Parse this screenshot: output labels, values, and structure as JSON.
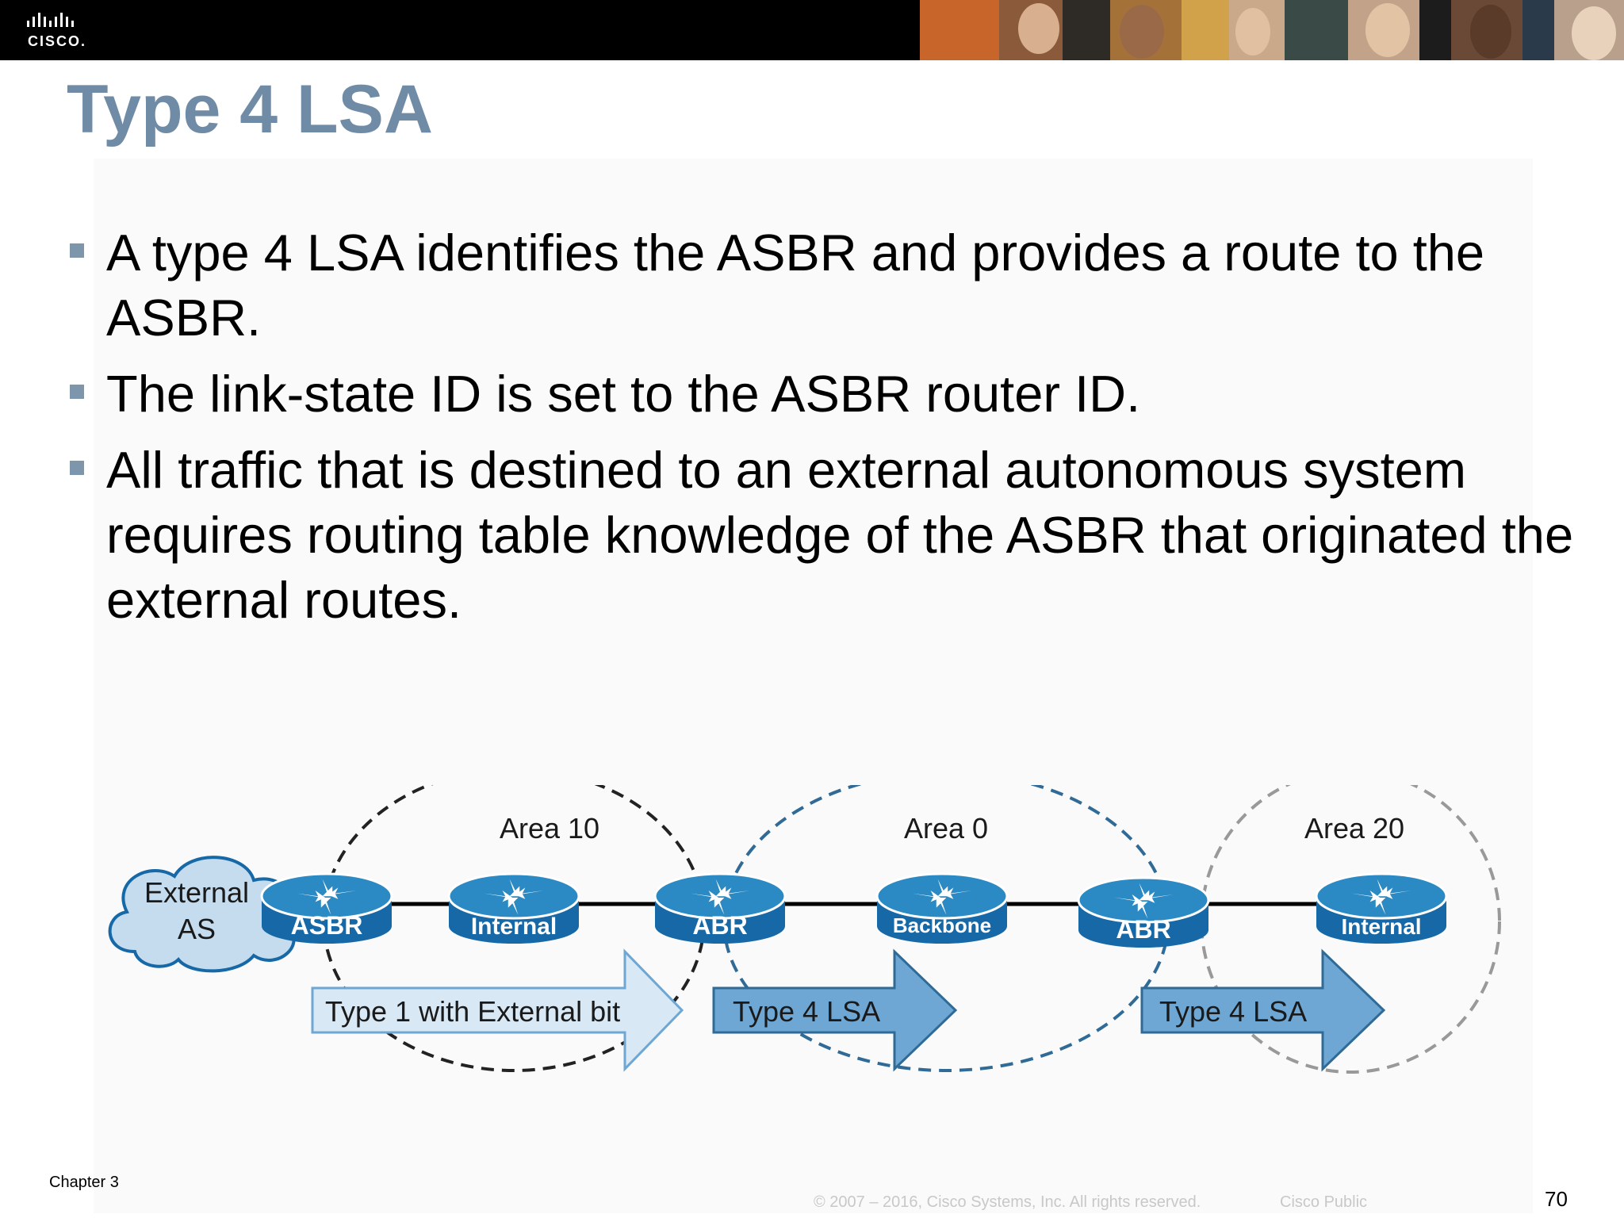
{
  "brand": {
    "logo_text": "CISCO."
  },
  "slide": {
    "title": "Type 4 LSA",
    "bullets": [
      "A type 4 LSA identifies the ASBR and provides a route to the ASBR.",
      "The link-state ID is set to the ASBR router ID.",
      "All traffic that is destined to an external autonomous system requires routing table knowledge of the ASBR that originated the external routes."
    ]
  },
  "diagram": {
    "external": {
      "line1": "External",
      "line2": "AS"
    },
    "areas": {
      "area10": "Area 10",
      "area0": "Area 0",
      "area20": "Area 20"
    },
    "routers": {
      "asbr": "ASBR",
      "internal1": "Internal",
      "abr1": "ABR",
      "backbone": "Backbone",
      "abr2": "ABR",
      "internal2": "Internal"
    },
    "arrows": {
      "type1": "Type 1 with External bit",
      "type4a": "Type 4 LSA",
      "type4b": "Type 4 LSA"
    },
    "colors": {
      "router_top": "#2b8ac4",
      "router_side": "#1668a6",
      "cloud": "#c4dcee",
      "arrow_light": "#d8e8f4",
      "arrow_dark": "#6ea7d4",
      "area10_dash": "#222222",
      "area0_dash": "#2f6b96",
      "area20_dash": "#999999"
    }
  },
  "footer": {
    "chapter": "Chapter 3",
    "copyright": "© 2007 – 2016, Cisco Systems, Inc. All rights reserved.",
    "classification": "Cisco Public",
    "page_number": "70"
  }
}
